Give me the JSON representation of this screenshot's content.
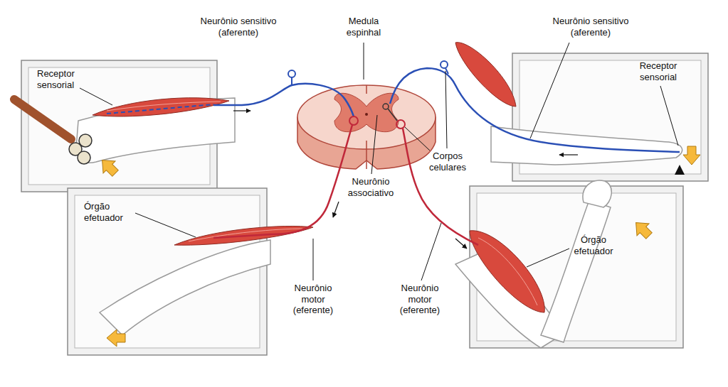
{
  "diagram": {
    "labels": [
      "Neurônio sensitivo (aferente)",
      "Medula espinhal",
      "Neurônio sensitivo (aferente)",
      "Receptor sensorial",
      "Receptor sensorial",
      "Corpos celulares",
      "Órgão efetuador",
      "Neurônio associativo",
      "Órgão efetuador",
      "Neurônio motor (eferente)",
      "Neurônio motor (eferente)"
    ]
  }
}
